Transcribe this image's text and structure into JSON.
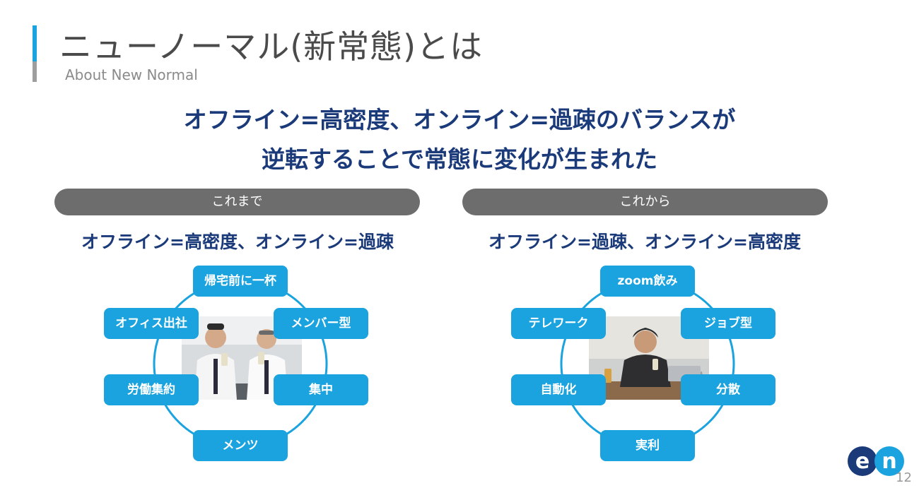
{
  "colors": {
    "accent_blue": "#1aa3de",
    "accent_gray": "#9e9e9e",
    "title_gray": "#4a4a4a",
    "subtitle_gray": "#8a8a8a",
    "headline_navy": "#1b3a7a",
    "pill_gray": "#6d6d6d",
    "tag_blue": "#1aa3de",
    "ring_blue": "#1aa3de"
  },
  "header": {
    "title": "ニューノーマル(新常態)とは",
    "subtitle": "About New Normal"
  },
  "headline": {
    "line1": "オフライン=高密度、オンライン=過疎のバランスが",
    "line2": "逆転することで常態に変化が生まれた"
  },
  "before": {
    "label": "これまで",
    "heading": "オフライン=高密度、オンライン=過疎",
    "tags": [
      "帰宅前に一杯",
      "オフィス出社",
      "メンバー型",
      "労働集約",
      "集中",
      "メンツ"
    ]
  },
  "after": {
    "label": "これから",
    "heading": "オフライン=過疎、オンライン=高密度",
    "tags": [
      "zoom飲み",
      "テレワーク",
      "ジョブ型",
      "自動化",
      "分散",
      "実利"
    ]
  },
  "footer": {
    "page_number": "12",
    "logo_letters": [
      "e",
      "n"
    ]
  }
}
